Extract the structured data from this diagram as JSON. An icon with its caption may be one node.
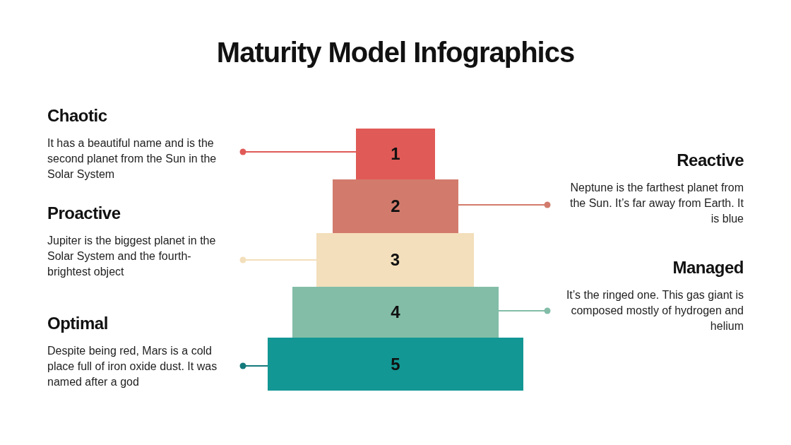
{
  "diagram": {
    "title": "Maturity Model Infographics",
    "nodes": [
      {
        "text": [
          "1"
        ]
      },
      {
        "text": [
          "2"
        ]
      },
      {
        "text": [
          "3"
        ]
      },
      {
        "text": [
          "4"
        ]
      },
      {
        "text": [
          "5"
        ]
      },
      {
        "text": [
          "Chaotic",
          "It has a beautiful name and is the second planet from the Sun in the Solar System"
        ]
      },
      {
        "text": [
          "Reactive",
          "Neptune is the farthest planet from the Sun. It’s far away from Earth. It is blue"
        ]
      },
      {
        "text": [
          "Proactive",
          "Jupiter is the biggest planet in the Solar System and the fourth-brightest object"
        ]
      },
      {
        "text": [
          "Managed",
          "It’s the ringed one. This gas giant is composed mostly of hydrogen and helium"
        ]
      },
      {
        "text": [
          "Optimal",
          "Despite being red, Mars is a cold place full of iron oxide dust. It was named after a god"
        ]
      }
    ],
    "edges": [
      {
        "from": 5,
        "to": 0,
        "arrow": "other",
        "color": "#e05a57"
      },
      {
        "from": 6,
        "to": 1,
        "arrow": "other",
        "color": "#d27b6c"
      },
      {
        "from": 7,
        "to": 2,
        "arrow": "other",
        "color": "#f3dfbb"
      },
      {
        "from": 8,
        "to": 3,
        "arrow": "other",
        "color": "#83bda8"
      },
      {
        "from": 9,
        "to": 4,
        "arrow": "other",
        "color": "#137a7c"
      }
    ]
  }
}
